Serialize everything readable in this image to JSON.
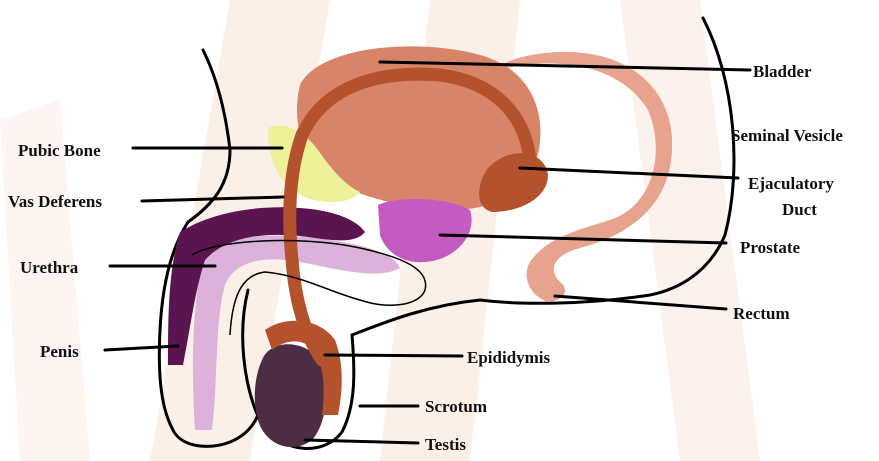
{
  "colors": {
    "background_stripes": "#f8e3d6",
    "bladder": "#d88468",
    "seminal_vesicle": "#e8a38e",
    "rectum": "#e9a690",
    "pubic_bone": "#eef09a",
    "prostate": "#c35bc0",
    "urethra": "#ddb2da",
    "penis_tissue": "#5a1550",
    "vas_deferens": "#b5522e",
    "testis": "#4d2d43",
    "outline": "#000000"
  },
  "labels": {
    "bladder": "Bladder",
    "seminal_vesicle": "Seminal Vesicle",
    "ejaculatory_duct_line1": "Ejaculatory",
    "ejaculatory_duct_line2": "Duct",
    "prostate": "Prostate",
    "rectum": "Rectum",
    "epididymis": "Epididymis",
    "scrotum": "Scrotum",
    "testis": "Testis",
    "pubic_bone": "Pubic Bone",
    "vas_deferens": "Vas Deferens",
    "urethra": "Urethra",
    "penis": "Penis"
  }
}
